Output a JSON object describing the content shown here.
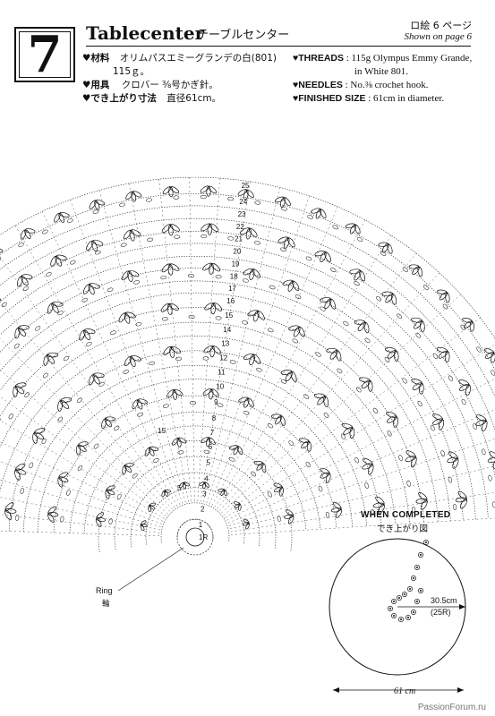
{
  "header": {
    "pattern_number": "7",
    "title_en": "Tablecenter",
    "title_jp": "テーブルセンター",
    "page_jp": "ロ絵 6 ページ",
    "page_en": "Shown on page 6"
  },
  "materials_jp": {
    "threads_label": "♥材料",
    "threads_value": "オリムパスエミーグランデの白(801)",
    "threads_amount": "115ｇ。",
    "tools_label": "♥用具",
    "tools_value": "クロバー ⅜号かぎ針。",
    "size_label": "♥でき上がり寸法",
    "size_value": "直径61cm。"
  },
  "materials_en": {
    "threads_label": "♥THREADS",
    "threads_value": ": 115g Olympus Emmy Grande,",
    "threads_value2": "in White 801.",
    "needles_label": "♥NEEDLES",
    "needles_value": ": No.⅜ crochet hook.",
    "size_label": "♥FINISHED SIZE",
    "size_value": ": 61cm in diameter."
  },
  "diagram": {
    "row_numbers": [
      "1",
      "2",
      "3",
      "4",
      "5",
      "6",
      "7",
      "8",
      "9",
      "10",
      "11",
      "12",
      "13",
      "14",
      "15",
      "16",
      "17",
      "18",
      "19",
      "20",
      "21",
      "22",
      "23",
      "24",
      "25"
    ],
    "side_marks": [
      "15",
      "5"
    ],
    "center_label": "1R",
    "ring_label_en": "Ring",
    "ring_label_jp": "輪"
  },
  "completed": {
    "label_en": "WHEN COMPLETED",
    "label_jp": "でき上がり図",
    "radius_value": "30.5cm",
    "radius_rows": "(25R)",
    "diameter": "61 cm"
  },
  "watermark": "PassionForum.ru"
}
